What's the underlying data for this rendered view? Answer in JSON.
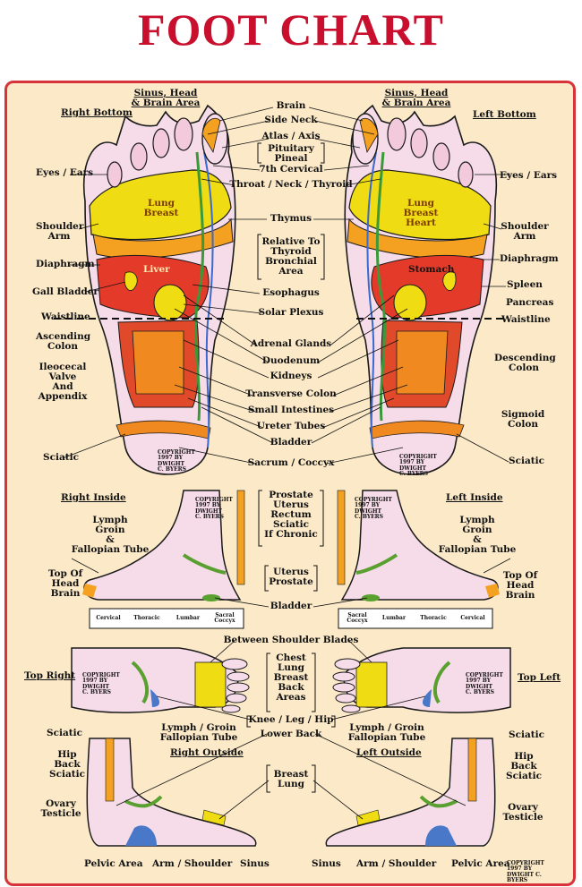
{
  "title": "FOOT CHART",
  "sections": {
    "right_bottom": "Right Bottom",
    "left_bottom": "Left Bottom",
    "right_inside": "Right Inside",
    "left_inside": "Left Inside",
    "top_right": "Top Right",
    "top_left": "Top Left",
    "right_outside": "Right Outside",
    "left_outside": "Left Outside"
  },
  "bottom_center": {
    "brain": "Brain",
    "side_neck": "Side Neck",
    "atlas_axis": "Atlas / Axis",
    "pituitary": "Pituitary",
    "pineal": "Pineal",
    "cervical7": "7th Cervical",
    "throat": "Throat / Neck / Thyroid",
    "thymus": "Thymus",
    "relative1": "Relative To",
    "relative2": "Thyroid",
    "relative3": "Bronchial",
    "relative4": "Area",
    "esophagus": "Esophagus",
    "solar": "Solar Plexus",
    "adrenal": "Adrenal Glands",
    "duodenum": "Duodenum",
    "kidneys": "Kidneys",
    "transverse": "Transverse Colon",
    "small_int": "Small Intestines",
    "ureter": "Ureter Tubes",
    "bladder": "Bladder",
    "sacrum": "Sacrum / Coccyx"
  },
  "right_bottom_labels": {
    "sinus1": "Sinus, Head",
    "sinus2": "& Brain Area",
    "eyes": "Eyes / Ears",
    "shoulder1": "Shoulder",
    "shoulder2": "Arm",
    "diaphragm": "Diaphragm",
    "gall": "Gall Bladder",
    "waist": "Waistline",
    "asc1": "Ascending",
    "asc2": "Colon",
    "ileo1": "Ileocecal",
    "ileo2": "Valve",
    "ileo3": "And",
    "ileo4": "Appendix",
    "sciatic": "Sciatic",
    "lung1": "Lung",
    "lung2": "Breast",
    "liver": "Liver"
  },
  "left_bottom_labels": {
    "sinus1": "Sinus, Head",
    "sinus2": "& Brain Area",
    "eyes": "Eyes / Ears",
    "shoulder1": "Shoulder",
    "shoulder2": "Arm",
    "diaphragm": "Diaphragm",
    "spleen": "Spleen",
    "pancreas": "Pancreas",
    "waist": "Waistline",
    "desc1": "Descending",
    "desc2": "Colon",
    "sig1": "Sigmoid",
    "sig2": "Colon",
    "sciatic": "Sciatic",
    "lung1": "Lung",
    "lung2": "Breast",
    "lung3": "Heart",
    "stomach": "Stomach"
  },
  "inside": {
    "prostate": "Prostate",
    "uterus": "Uterus",
    "rectum": "Rectum",
    "sciatic": "Sciatic",
    "chronic": "If Chronic",
    "lymph": "Lymph",
    "groin": "Groin",
    "amp": "&",
    "fallopian": "Fallopian Tube",
    "top_of": "Top Of",
    "head": "Head",
    "brain": "Brain",
    "uterus2": "Uterus",
    "prostate2": "Prostate",
    "bladder": "Bladder",
    "spine_r": [
      "Cervical",
      "Thoracic",
      "Lumbar",
      "Sacral Coccyx"
    ],
    "spine_l": [
      "Sacral Coccyx",
      "Lumbar",
      "Thoracic",
      "Cervical"
    ]
  },
  "top": {
    "between": "Between Shoulder Blades",
    "chest": "Chest",
    "lung": "Lung",
    "breast": "Breast",
    "back": "Back",
    "areas": "Areas",
    "knee": "Knee / Leg / Hip",
    "lower_back": "Lower Back"
  },
  "outside": {
    "sciatic": "Sciatic",
    "hip": "Hip",
    "back": "Back",
    "lymph_groin": "Lymph / Groin",
    "fallopian": "Fallopian Tube",
    "breast": "Breast",
    "lung": "Lung",
    "ovary": "Ovary",
    "testicle": "Testicle",
    "pelvic": "Pelvic Area",
    "arm_shoulder": "Arm / Shoulder",
    "sinus": "Sinus"
  },
  "copyright": "COPYRIGHT 1997 BY DWIGHT C. BYERS"
}
